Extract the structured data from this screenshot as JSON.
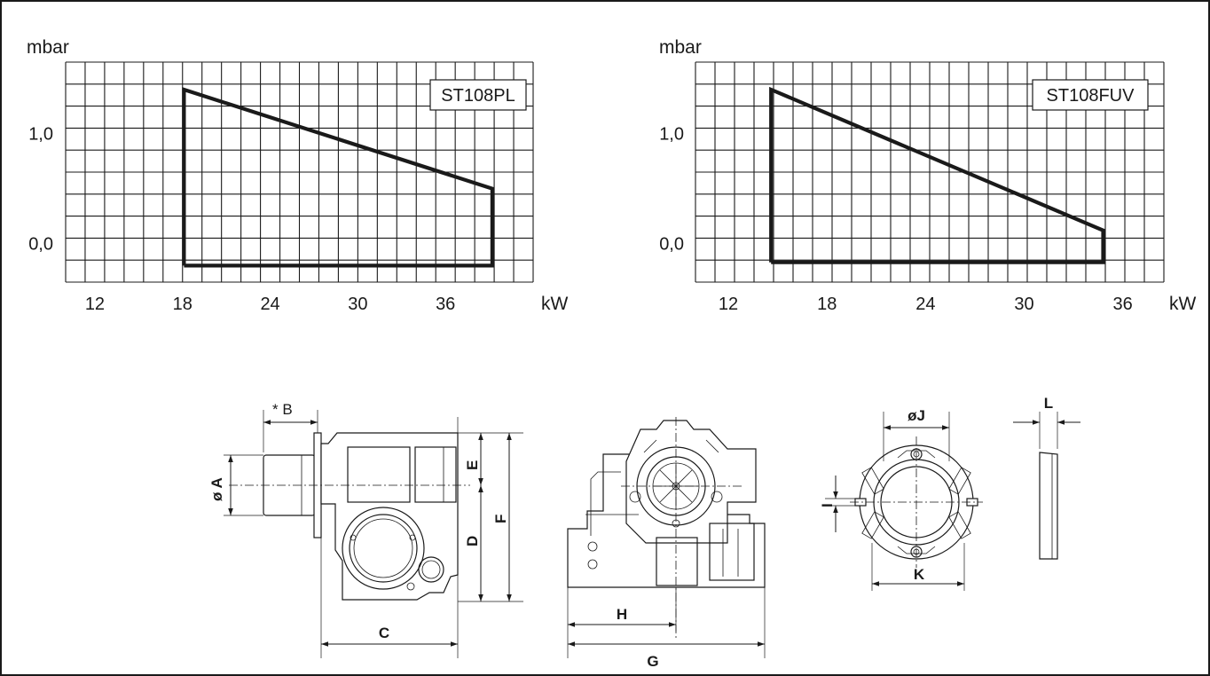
{
  "charts": [
    {
      "y_unit": "mbar",
      "x_unit": "kW",
      "model": "ST108PL",
      "y_ticks": [
        {
          "label": "1,0",
          "value": 1.0
        },
        {
          "label": "0,0",
          "value": 0.0
        }
      ],
      "x_ticks": [
        {
          "label": "12",
          "value": 12
        },
        {
          "label": "18",
          "value": 18
        },
        {
          "label": "24",
          "value": 24
        },
        {
          "label": "30",
          "value": 30
        },
        {
          "label": "36",
          "value": 36
        }
      ],
      "x_range": [
        10,
        42
      ],
      "y_range": [
        -0.35,
        1.65
      ]
    },
    {
      "y_unit": "mbar",
      "x_unit": "kW",
      "model": "ST108FUV",
      "y_ticks": [
        {
          "label": "1,0",
          "value": 1.0
        },
        {
          "label": "0,0",
          "value": 0.0
        }
      ],
      "x_ticks": [
        {
          "label": "12",
          "value": 12
        },
        {
          "label": "18",
          "value": 18
        },
        {
          "label": "24",
          "value": 24
        },
        {
          "label": "30",
          "value": 30
        },
        {
          "label": "36",
          "value": 36
        }
      ],
      "x_range": [
        10,
        38.5
      ],
      "y_range": [
        -0.35,
        1.65
      ]
    }
  ],
  "chart_data": [
    {
      "type": "area",
      "title": "ST108PL",
      "xlabel": "kW",
      "ylabel": "mbar",
      "xlim": [
        10,
        42
      ],
      "ylim": [
        -0.35,
        1.65
      ],
      "grid": true,
      "series": [
        {
          "name": "ST108PL",
          "x": [
            18.1,
            18.1,
            39.2,
            39.2,
            18.1
          ],
          "y": [
            -0.2,
            1.4,
            0.5,
            -0.2,
            -0.2
          ]
        }
      ]
    },
    {
      "type": "area",
      "title": "ST108FUV",
      "xlabel": "kW",
      "ylabel": "mbar",
      "xlim": [
        10,
        38.5
      ],
      "ylim": [
        -0.35,
        1.65
      ],
      "grid": true,
      "series": [
        {
          "name": "ST108FUV",
          "x": [
            14.6,
            14.6,
            34.8,
            34.8,
            14.6
          ],
          "y": [
            -0.17,
            1.4,
            0.12,
            -0.17,
            -0.17
          ]
        }
      ]
    }
  ],
  "dimensions": {
    "a": "ø A",
    "b": "* B",
    "c": "C",
    "d": "D",
    "e": "E",
    "f": "F",
    "g": "G",
    "h": "H",
    "i": "I",
    "j": "øJ",
    "k": "K",
    "l": "L"
  }
}
